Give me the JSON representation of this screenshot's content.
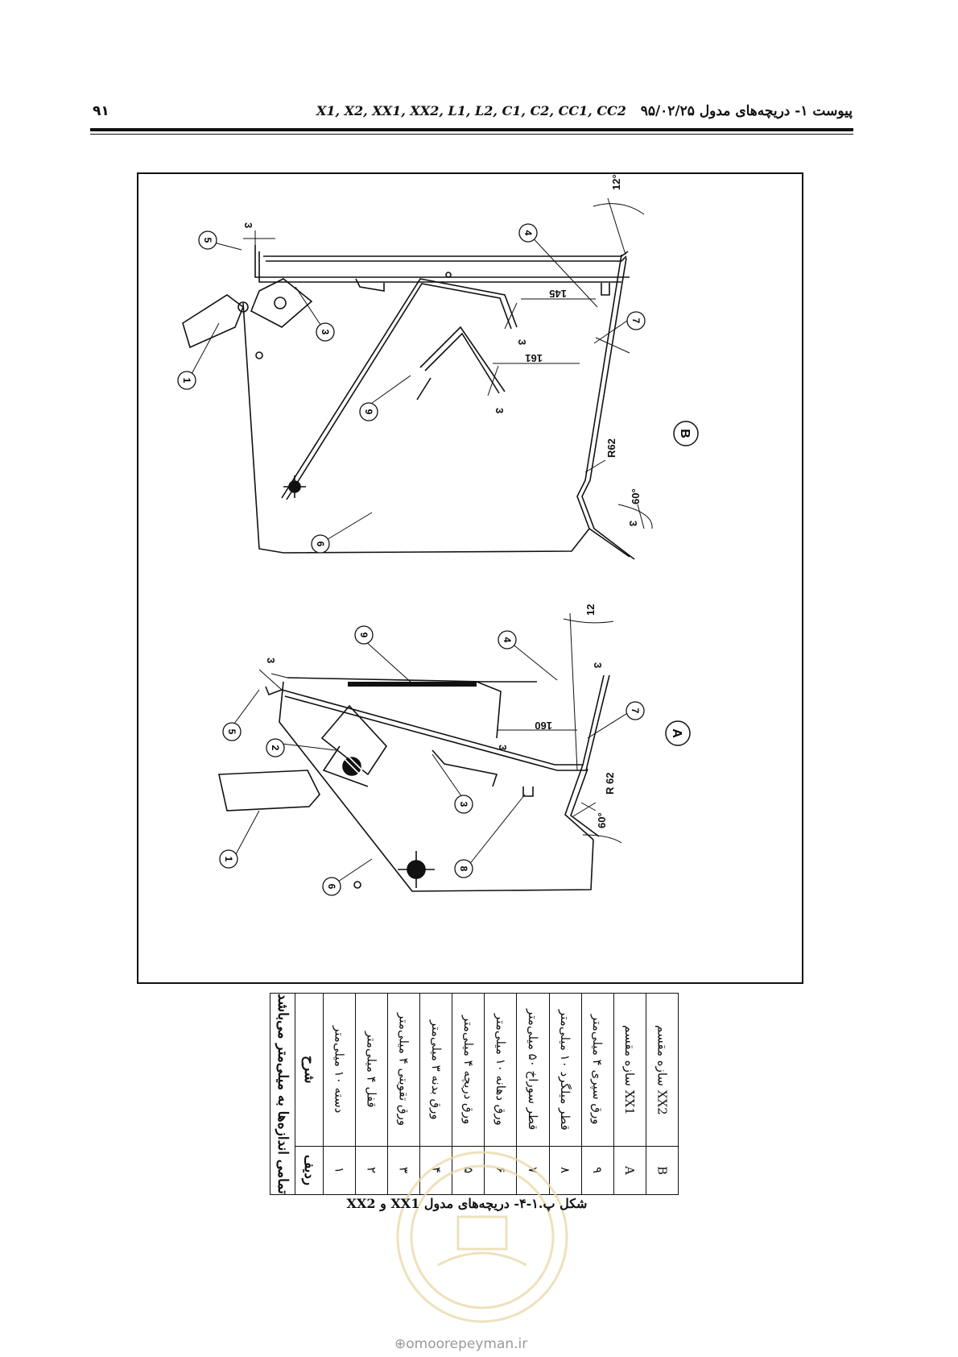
{
  "header": {
    "page_number": "۹۱",
    "title_prefix": "پیوست ۱- دریچه‌های مدول",
    "models": "X1, X2, XX1, XX2, L1, L2, C1, C2, CC1, CC2",
    "date": "۹۵/۰۲/۲۵"
  },
  "drawing": {
    "view_a": {
      "label": "A",
      "callouts": [
        "1",
        "2",
        "3",
        "4",
        "5",
        "6",
        "7",
        "8",
        "9"
      ],
      "dims": {
        "d3a": "3",
        "d3b": "3",
        "d3c": "3",
        "d12": "12",
        "d160": "160",
        "dR62": "R 62",
        "d60": "60°"
      }
    },
    "view_b": {
      "label": "B",
      "callouts": [
        "1",
        "3",
        "4",
        "5",
        "6",
        "7",
        "9"
      ],
      "dims": {
        "d3a": "3",
        "d3b": "3",
        "d3c": "3",
        "d3d": "3",
        "d12": "12°",
        "d145": "145",
        "d161": "161",
        "dR62": "R62",
        "d60": "60°"
      }
    }
  },
  "legend": {
    "note": "تمامی اندازه‌ها به میلی‌متر می‌باشد",
    "col_row": "ردیف",
    "col_desc": "شرح",
    "rows": [
      {
        "id": "۱",
        "desc": "دسته ۱۰ میلی‌متر"
      },
      {
        "id": "۲",
        "desc": "قفل ۴ میلی‌متر"
      },
      {
        "id": "۳",
        "desc": "ورق تقویتی ۴ میلی‌متر"
      },
      {
        "id": "۴",
        "desc": "ورق بدنه ۳ میلی‌متر"
      },
      {
        "id": "۵",
        "desc": "ورق دریچه ۴ میلی‌متر"
      },
      {
        "id": "۶",
        "desc": "ورق دهانه ۱۰ میلی‌متر"
      },
      {
        "id": "۷",
        "desc": "قطر سوراخ ۵۰ میلی‌متر"
      },
      {
        "id": "۸",
        "desc": "قطر میلگرد ۱۰ میلی‌متر"
      },
      {
        "id": "۹",
        "desc": "ورق سپری ۴ میلی‌متر"
      },
      {
        "id": "A",
        "desc": "سازه مقسم XX1"
      },
      {
        "id": "B",
        "desc": "سازه مقسم XX2"
      }
    ]
  },
  "caption": "شکل پ.۱-۴- دریچه‌های مدول XX1 و XX2",
  "watermark": "omoorepeyman.ir"
}
